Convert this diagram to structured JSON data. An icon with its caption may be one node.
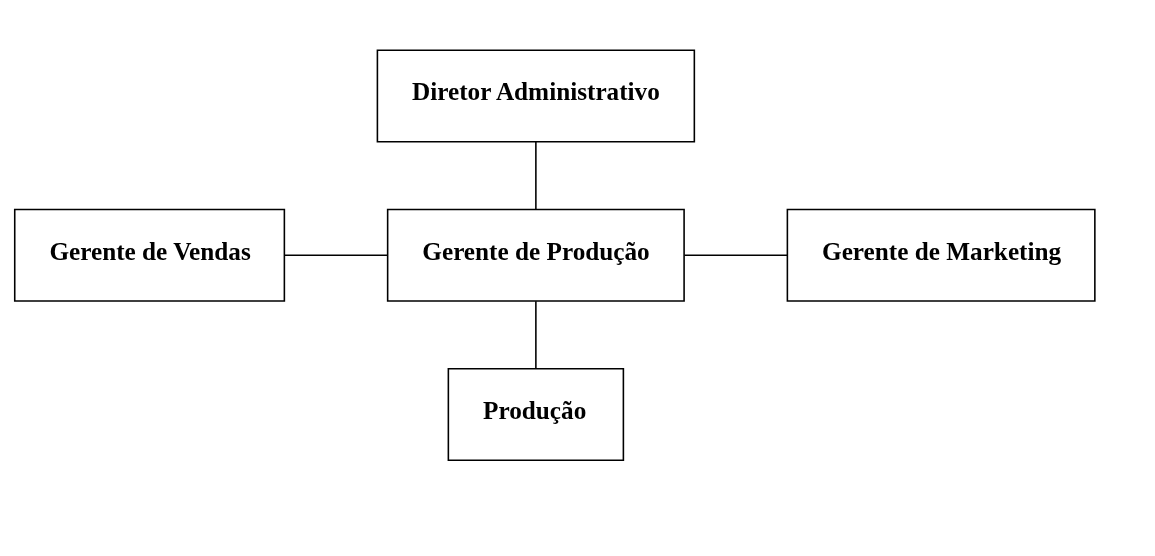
{
  "diagram": {
    "nodes": [
      {
        "text": [
          "Diretor Administrativo"
        ]
      },
      {
        "text": [
          "Gerente de Vendas"
        ]
      },
      {
        "text": [
          "Gerente de Produção"
        ]
      },
      {
        "text": [
          "Gerente de Marketing"
        ]
      },
      {
        "text": [
          "Produção"
        ]
      }
    ],
    "edges": [
      {
        "from": 0,
        "to": 2,
        "arrow": "none"
      },
      {
        "from": 1,
        "to": 2,
        "arrow": "none"
      },
      {
        "from": 2,
        "to": 3,
        "arrow": "none"
      },
      {
        "from": 2,
        "to": 4,
        "arrow": "none"
      }
    ]
  }
}
